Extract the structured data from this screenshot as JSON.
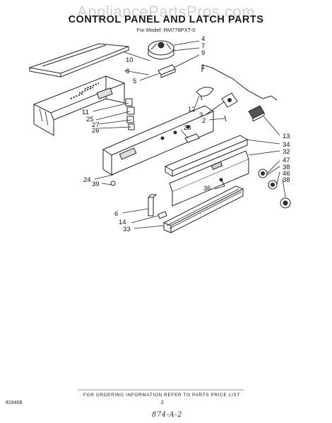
{
  "watermark": "AppliancePartsPros.com",
  "title": "CONTROL PANEL AND LATCH PARTS",
  "model_line": "For Model: RM778PXT-0",
  "callouts": {
    "c4": "4",
    "c7": "7",
    "c9": "9",
    "c10": "10",
    "c8": "8",
    "c5": "5",
    "c1": "1",
    "c11": "11",
    "c25": "25",
    "c27": "27",
    "c26": "26",
    "c12": "12",
    "c3": "3",
    "c2": "2",
    "c28": "28",
    "c13": "13",
    "c34": "34",
    "c32": "32",
    "c24": "24",
    "c39": "39",
    "c47": "47",
    "c38a": "38",
    "c46": "46",
    "c38b": "38",
    "c36": "36",
    "c6": "6",
    "c14": "14",
    "c33": "33"
  },
  "footer_note": "FOR ORDERING INFORMATION REFER TO PARTS PRICE LIST",
  "doc_code": "816408",
  "page_number": "2",
  "handwriting": "874-A-2"
}
